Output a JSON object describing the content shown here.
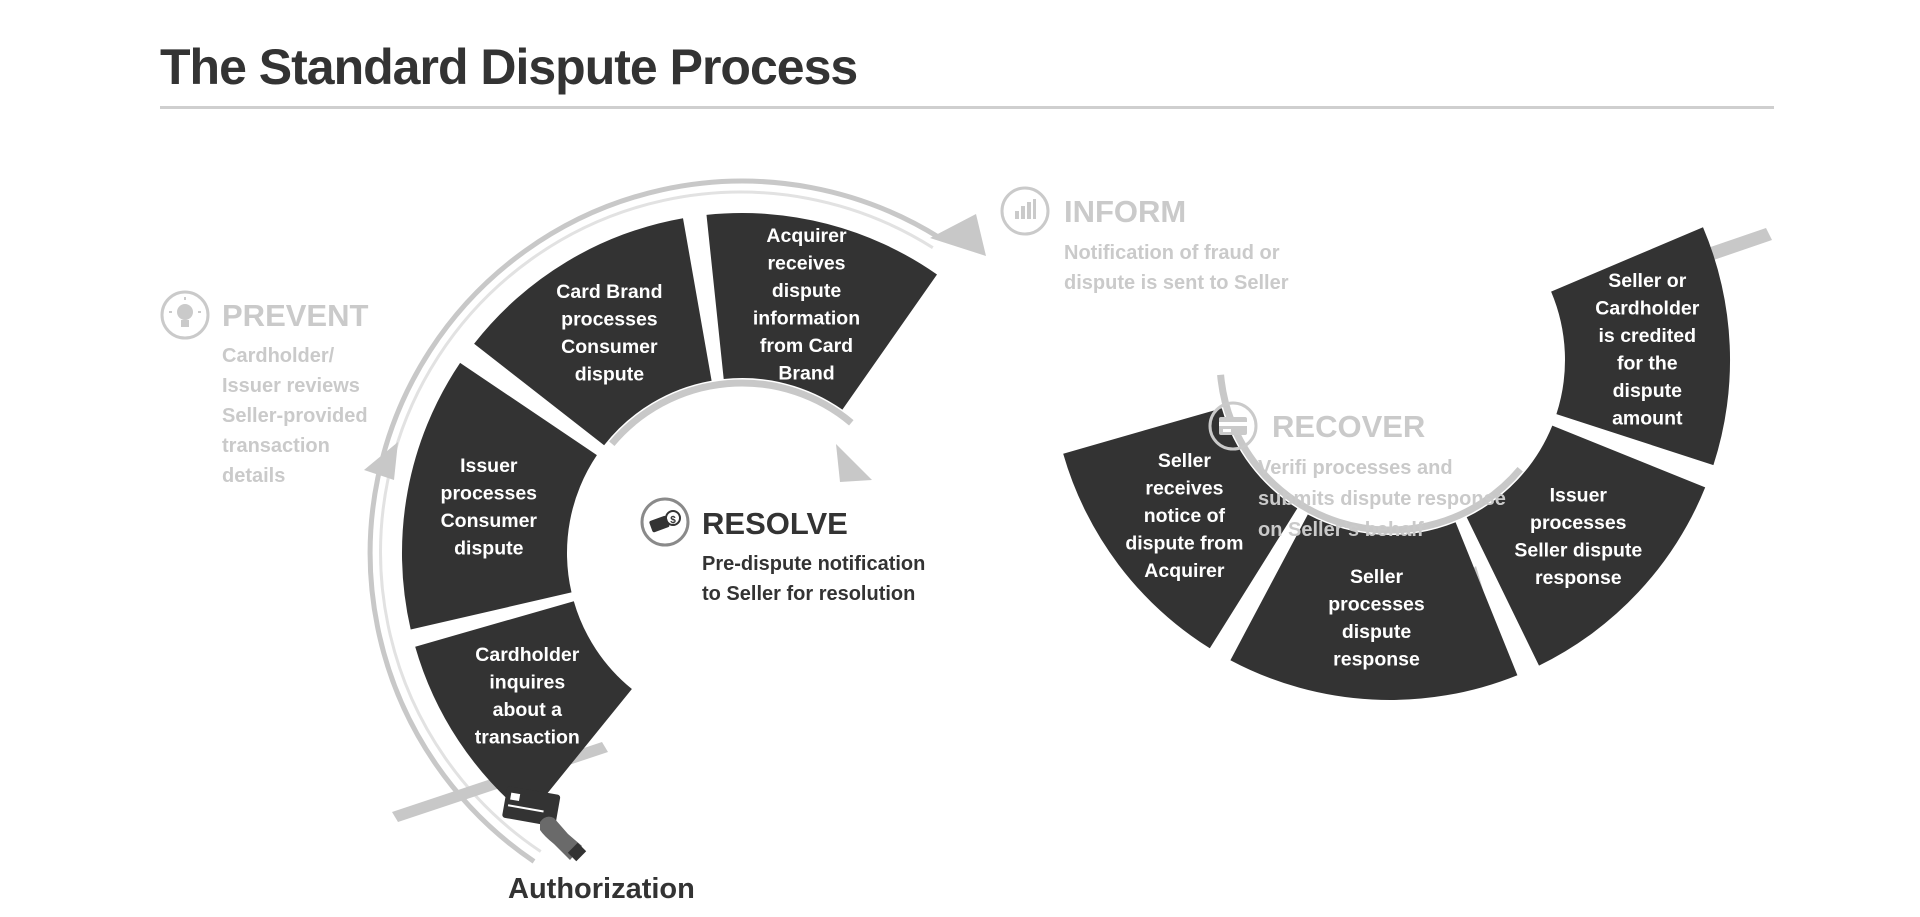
{
  "title": "The Standard Dispute Process",
  "colors": {
    "segment_fill": "#333333",
    "segment_text": "#ffffff",
    "track": "#c8c8c8",
    "muted_phase": "#cacaca",
    "active_phase": "#333333"
  },
  "segments": [
    {
      "lines": [
        "Cardholder",
        "inquires",
        "about a",
        "transaction"
      ]
    },
    {
      "lines": [
        "Issuer",
        "processes",
        "Consumer",
        "dispute"
      ]
    },
    {
      "lines": [
        "Card Brand",
        "processes",
        "Consumer",
        "dispute"
      ]
    },
    {
      "lines": [
        "Acquirer",
        "receives",
        "dispute",
        "information",
        "from Card",
        "Brand"
      ]
    },
    {
      "lines": [
        "Seller",
        "receives",
        "notice of",
        "dispute from",
        "Acquirer"
      ]
    },
    {
      "lines": [
        "Seller",
        "processes",
        "dispute",
        "response"
      ]
    },
    {
      "lines": [
        "Issuer",
        "processes",
        "Seller dispute",
        "response"
      ]
    },
    {
      "lines": [
        "Seller or",
        "Cardholder",
        "is credited",
        "for the",
        "dispute",
        "amount"
      ]
    }
  ],
  "phases": {
    "prevent": {
      "title": "PREVENT",
      "icon": "lightbulb-icon",
      "desc": [
        "Cardholder/",
        "Issuer reviews",
        "Seller-provided",
        "transaction",
        "details"
      ]
    },
    "inform": {
      "title": "INFORM",
      "icon": "bar-chart-icon",
      "desc": [
        "Notification of fraud or",
        "dispute is sent to Seller"
      ]
    },
    "resolve": {
      "title": "RESOLVE",
      "icon": "card-exchange-icon",
      "desc": [
        "Pre-dispute notification",
        "to Seller for resolution"
      ]
    },
    "recover": {
      "title": "RECOVER",
      "icon": "credit-card-icon",
      "desc": [
        "Verifi processes and",
        "submits dispute response",
        "on Seller’s behalf"
      ]
    }
  },
  "authorization": {
    "label": "Authorization",
    "icon": "hand-card-icon"
  }
}
